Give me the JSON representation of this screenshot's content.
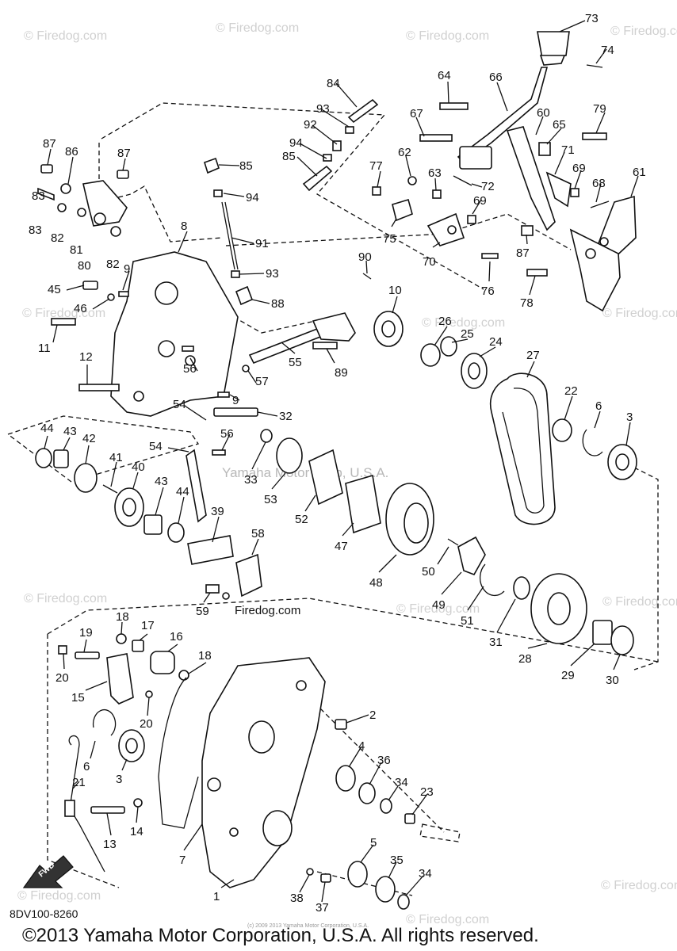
{
  "diagram": {
    "drawing_code": "8DV100-8260",
    "copyright": "©2013 Yamaha Motor Corporation, U.S.A. All rights reserved.",
    "small_copyright": "(c) 2009 2013 Yamaha Motor Corporation, U.S.A.",
    "fwd_label": "FWD",
    "watermarks": {
      "firedog": "© Firedog.com",
      "firedog_plain": "Firedog.com",
      "yamaha_center": "Yamaha Motor Corp, U.S.A."
    },
    "callouts": [
      {
        "n": "1"
      },
      {
        "n": "2"
      },
      {
        "n": "3"
      },
      {
        "n": "3"
      },
      {
        "n": "4"
      },
      {
        "n": "5"
      },
      {
        "n": "6"
      },
      {
        "n": "6"
      },
      {
        "n": "7"
      },
      {
        "n": "8"
      },
      {
        "n": "9"
      },
      {
        "n": "9"
      },
      {
        "n": "10"
      },
      {
        "n": "11"
      },
      {
        "n": "12"
      },
      {
        "n": "13"
      },
      {
        "n": "14"
      },
      {
        "n": "15"
      },
      {
        "n": "16"
      },
      {
        "n": "17"
      },
      {
        "n": "18"
      },
      {
        "n": "18"
      },
      {
        "n": "19"
      },
      {
        "n": "20"
      },
      {
        "n": "20"
      },
      {
        "n": "21"
      },
      {
        "n": "22"
      },
      {
        "n": "23"
      },
      {
        "n": "24"
      },
      {
        "n": "25"
      },
      {
        "n": "26"
      },
      {
        "n": "27"
      },
      {
        "n": "28"
      },
      {
        "n": "29"
      },
      {
        "n": "30"
      },
      {
        "n": "31"
      },
      {
        "n": "32"
      },
      {
        "n": "33"
      },
      {
        "n": "34"
      },
      {
        "n": "34"
      },
      {
        "n": "35"
      },
      {
        "n": "36"
      },
      {
        "n": "37"
      },
      {
        "n": "38"
      },
      {
        "n": "39"
      },
      {
        "n": "40"
      },
      {
        "n": "41"
      },
      {
        "n": "42"
      },
      {
        "n": "43"
      },
      {
        "n": "43"
      },
      {
        "n": "44"
      },
      {
        "n": "44"
      },
      {
        "n": "45"
      },
      {
        "n": "46"
      },
      {
        "n": "47"
      },
      {
        "n": "48"
      },
      {
        "n": "49"
      },
      {
        "n": "50"
      },
      {
        "n": "51"
      },
      {
        "n": "52"
      },
      {
        "n": "53"
      },
      {
        "n": "54"
      },
      {
        "n": "54"
      },
      {
        "n": "55"
      },
      {
        "n": "56"
      },
      {
        "n": "56"
      },
      {
        "n": "57"
      },
      {
        "n": "58"
      },
      {
        "n": "59"
      },
      {
        "n": "60"
      },
      {
        "n": "61"
      },
      {
        "n": "62"
      },
      {
        "n": "63"
      },
      {
        "n": "64"
      },
      {
        "n": "65"
      },
      {
        "n": "66"
      },
      {
        "n": "67"
      },
      {
        "n": "68"
      },
      {
        "n": "69"
      },
      {
        "n": "69"
      },
      {
        "n": "70"
      },
      {
        "n": "71"
      },
      {
        "n": "72"
      },
      {
        "n": "73"
      },
      {
        "n": "74"
      },
      {
        "n": "75"
      },
      {
        "n": "76"
      },
      {
        "n": "77"
      },
      {
        "n": "78"
      },
      {
        "n": "79"
      },
      {
        "n": "80"
      },
      {
        "n": "81"
      },
      {
        "n": "82"
      },
      {
        "n": "82"
      },
      {
        "n": "83"
      },
      {
        "n": "84"
      },
      {
        "n": "85"
      },
      {
        "n": "85"
      },
      {
        "n": "86"
      },
      {
        "n": "87"
      },
      {
        "n": "87"
      },
      {
        "n": "87"
      },
      {
        "n": "88"
      },
      {
        "n": "89"
      },
      {
        "n": "90"
      },
      {
        "n": "91"
      },
      {
        "n": "92"
      },
      {
        "n": "93"
      },
      {
        "n": "93"
      },
      {
        "n": "94"
      },
      {
        "n": "94"
      }
    ]
  }
}
